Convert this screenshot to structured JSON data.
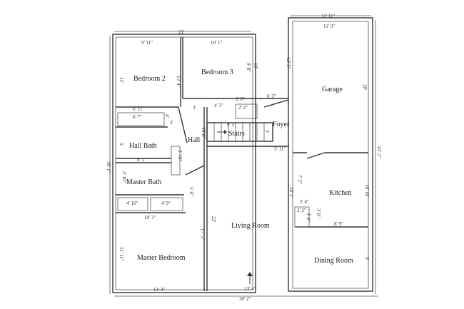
{
  "rooms": {
    "bedroom2": "Bedroom 2",
    "bedroom3": "Bedroom 3",
    "hall": "Hall",
    "stairs": "Stairs",
    "foyer": "Foyer",
    "hall_bath": "Hall Bath",
    "master_bath": "Master Bath",
    "living_room": "Living Room",
    "master_bedroom": "Master Bedroom",
    "garage": "Garage",
    "kitchen": "Kitchen",
    "dining_room": "Dining Room"
  },
  "dimensions": {
    "top_left_width": "21'",
    "bed2_width": "9' 11\"",
    "bed3_width": "10' 1\"",
    "bed2_height": "11'",
    "bed2_bed3_wall": "13' 4\"",
    "bed3_height_inner": "9' 8\"",
    "bed3_height": "10'",
    "closet1": "6' 11\"",
    "closet2": "6' 7\"",
    "closet_small": "4'",
    "closet_depth": "3'",
    "hall_door": "3'",
    "hall_closet": "4' 3\"",
    "closet_2_2": "2' 2\"",
    "closet_2_6": "2' 6\"",
    "foyer_width": "6' 3\"",
    "stairs_width": "9' 5\"",
    "stairs_depth": "3'",
    "hall_length": "10' 8\"",
    "foyer_depth": "3' 11\"",
    "hall_bath_height": "5'",
    "hall_bath_width": "8' 1\"",
    "linen": "3' 10\"",
    "master_bath_height": "4' 10\"",
    "master_bath_side": "5' 6\"",
    "master_closet1": "4' 10\"",
    "master_closet2": "4' 9\"",
    "master_bed_top": "10' 3\"",
    "master_bed_height": "11' 11\"",
    "master_bed_side": "17' 5\"",
    "master_bed_width": "13' 3\"",
    "living_height": "22'",
    "living_width": "13' 4\"",
    "bottom_total": "30' 2\"",
    "left_total": "30' 1\"",
    "garage_outer": "11' 11\"",
    "garage_inner": "11' 3\"",
    "garage_depth": "20'",
    "garage_side": "12' 1\"",
    "right_total": "41' 2\"",
    "kitchen_side": "7' 2\"",
    "kitchen_height": "10' 10\"",
    "pantry_width": "2' 6\"",
    "pantry_2": "2' 2\"",
    "pantry_3": "3' 4\"",
    "pantry_4": "3' 8\"",
    "kitchen_bottom": "8' 9\"",
    "dining_height": "9'",
    "foyer_side": "28' 5\""
  }
}
